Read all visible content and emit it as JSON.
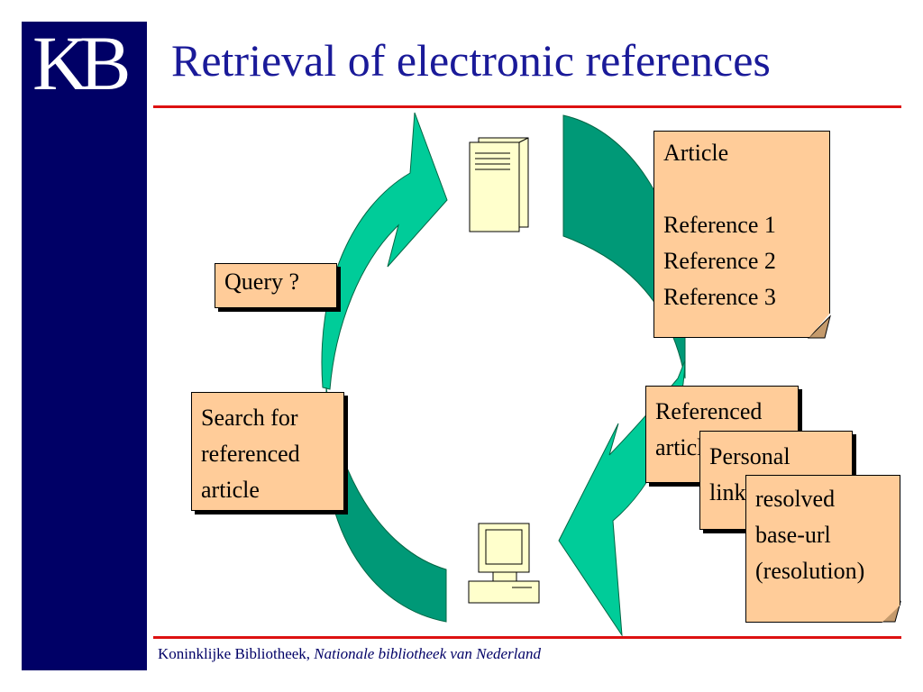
{
  "logo": {
    "text": "KB"
  },
  "title": "Retrieval of electronic references",
  "boxes": {
    "query": "Query ?",
    "search": "Search for\nreferenced\narticle",
    "referenced": "Referenced\narticle",
    "personal": "Personal\nlinks",
    "resolved": "resolved\nbase-url\n(resolution)"
  },
  "article_note": "Article\n\nReference 1\nReference 2\nReference 3",
  "footer": {
    "institution": "Koninklijke Bibliotheek,",
    "subtitle": "Nationale bibliotheek van Nederland"
  },
  "colors": {
    "sidebar": "#000066",
    "title": "#1a1a99",
    "rule": "#dd1111",
    "arrow_light": "#00cc99",
    "arrow_dark": "#009977",
    "box_fill": "#ffcc99"
  },
  "icons": [
    "server-icon",
    "desktop-computer-icon"
  ]
}
